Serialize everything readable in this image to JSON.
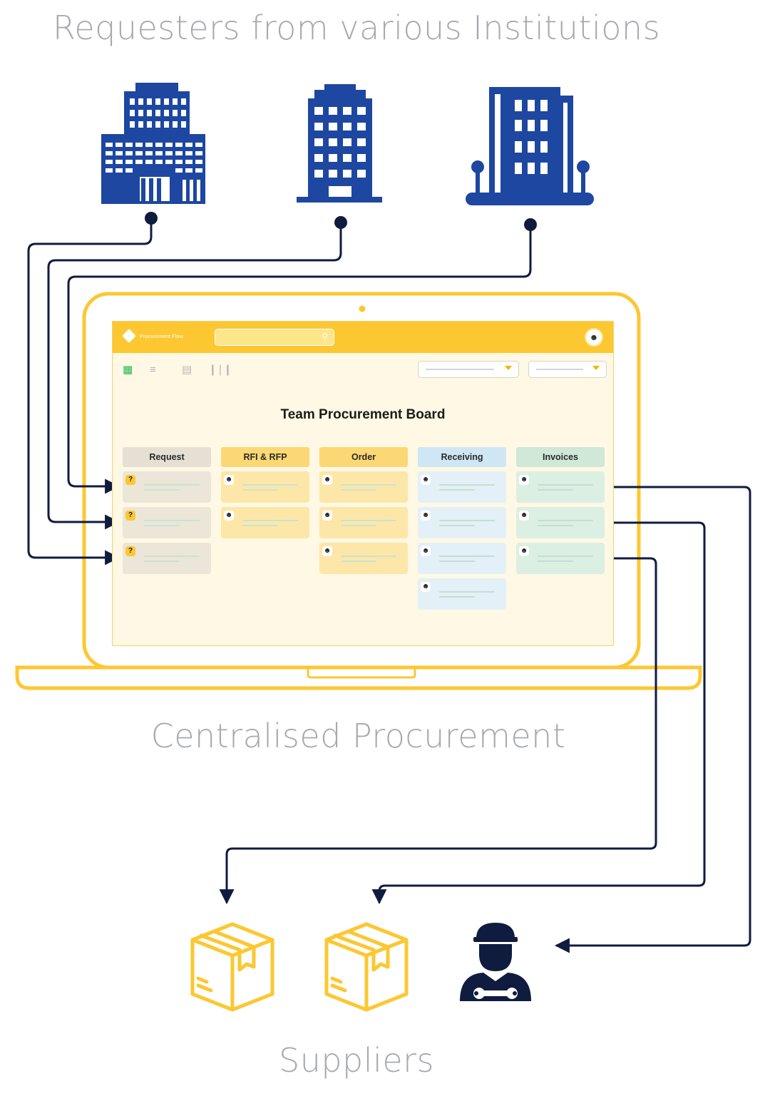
{
  "captions": {
    "requesters": "Requesters from various Institutions",
    "centralised": "Centralised Procurement",
    "suppliers": "Suppliers"
  },
  "app": {
    "brand": "Procurement Flow",
    "board_title": "Team Procurement Board",
    "columns": [
      {
        "label": "Request",
        "icon": "question-mark",
        "cards": 3,
        "header_color": "#e5e0d3",
        "card_color": "#ece6d8",
        "line_color": "#c9e2d2",
        "badge_color": "#fcc731"
      },
      {
        "label": "RFI & RFP",
        "icon": "user-avatar",
        "cards": 2,
        "header_color": "#fcd874",
        "card_color": "#fde7a8",
        "line_color": "#c9e2d2",
        "badge_color": "#ffffff"
      },
      {
        "label": "Order",
        "icon": "user-avatar",
        "cards": 3,
        "header_color": "#fcd874",
        "card_color": "#fde7a8",
        "line_color": "#c9e2d2",
        "badge_color": "#ffffff"
      },
      {
        "label": "Receiving",
        "icon": "user-avatar",
        "cards": 4,
        "header_color": "#cfe6f5",
        "card_color": "#e3f0f7",
        "line_color": "#c6ddd2",
        "badge_color": "#ffffff"
      },
      {
        "label": "Invoices",
        "icon": "user-avatar",
        "cards": 3,
        "header_color": "#cfe8d8",
        "card_color": "#dcefe3",
        "line_color": "#c6ddd2",
        "badge_color": "#ffffff"
      }
    ]
  },
  "icons": {
    "requesters": [
      "office-building-icon",
      "tower-building-icon",
      "institution-building-icon"
    ],
    "suppliers": [
      "package-box-icon",
      "package-box-icon",
      "service-technician-icon"
    ]
  },
  "colors": {
    "building_blue": "#1d47a0",
    "laptop_yellow": "#fcc731",
    "box_yellow": "#fcc731",
    "connector": "#0f1c3f",
    "caption_gray": "#a7a9ac"
  }
}
